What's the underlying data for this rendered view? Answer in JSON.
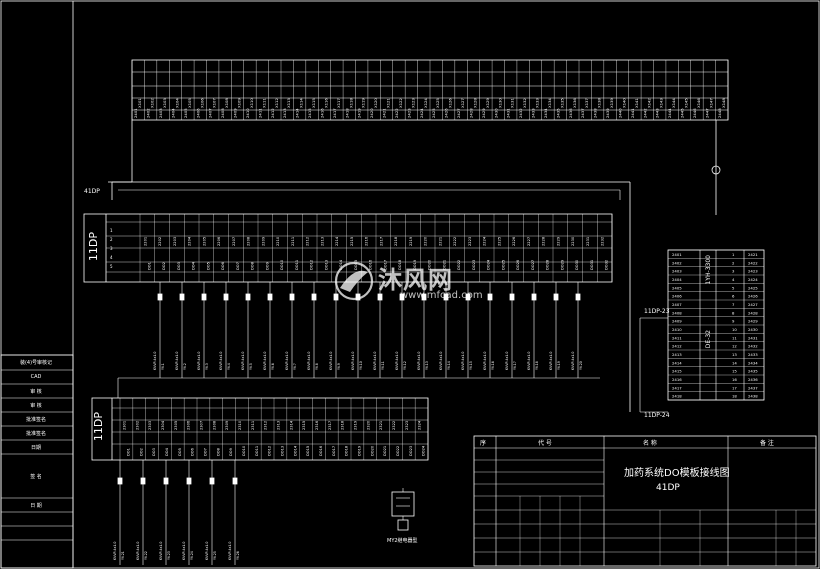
{
  "left_panel": {
    "rows": [
      "装(4)号审核记",
      "CAD",
      "审 核",
      "审 核",
      "批准签名",
      "批准签名",
      "日期",
      "签 名",
      "日 期"
    ]
  },
  "panel_main": {
    "title": "11DP"
  },
  "panel_lower": {
    "title": "11DP"
  },
  "panel_right": {
    "vert1": "1YH-3300",
    "vert2": "DE-32"
  },
  "tags": {
    "ref_top": "41DP",
    "conn_a": "11DP-23",
    "conn_b": "11DP-24"
  },
  "legend": {
    "caption": "MY2继电器型"
  },
  "title_block": {
    "headers": [
      "序",
      "代 号",
      "名 称",
      "备 注"
    ],
    "drawing_title": "加药系统DO模板接线图",
    "drawing_no": "41DP"
  },
  "watermark": {
    "main": "沐风网",
    "sub": "www.mfcad.com"
  }
}
